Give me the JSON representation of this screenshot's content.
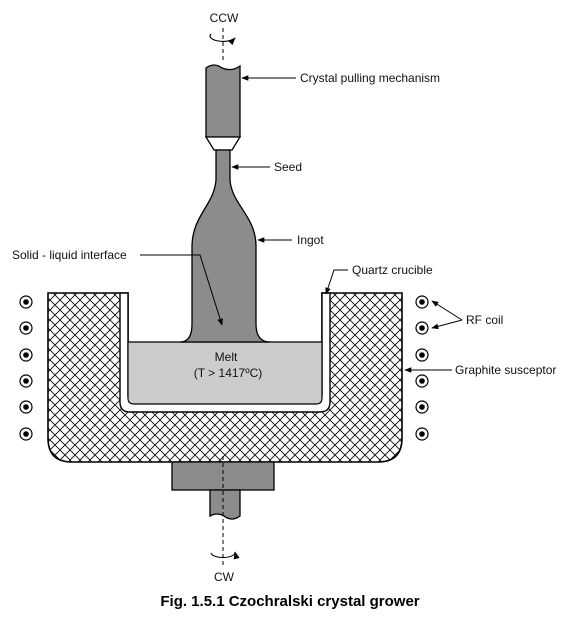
{
  "labels": {
    "ccw": "CCW",
    "cw": "CW",
    "crystal_pulling_mechanism": "Crystal pulling mechanism",
    "seed": "Seed",
    "ingot": "Ingot",
    "solid_liquid_interface": "Solid - liquid interface",
    "quartz_crucible": "Quartz crucible",
    "rf_coil": "RF coil",
    "graphite_susceptor": "Graphite susceptor",
    "melt": "Melt",
    "melt_temperature": "(T > 1417ºC)"
  },
  "caption": "Fig. 1.5.1 Czochralski crystal grower",
  "colors": {
    "ingot": "#8c8c8c",
    "melt": "#cccccc",
    "susceptor_hatch": "#000000",
    "outline": "#000000"
  }
}
